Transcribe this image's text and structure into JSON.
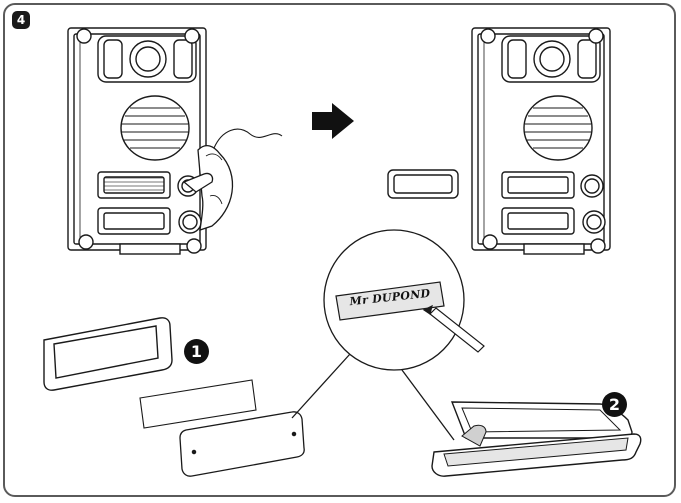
{
  "step": {
    "number": "4"
  },
  "callouts": [
    {
      "label": "1"
    },
    {
      "label": "2"
    }
  ],
  "name_tag": {
    "text": "Mr DUPOND"
  },
  "colors": {
    "line": "#1a1a1a",
    "label_fill": "#e6e6e6",
    "frame": "#5a5a5a",
    "badge": "#1a1a1a"
  },
  "icons": {
    "arrow": "right-arrow-icon",
    "pencil": "pencil-icon",
    "hand": "hand-icon"
  }
}
